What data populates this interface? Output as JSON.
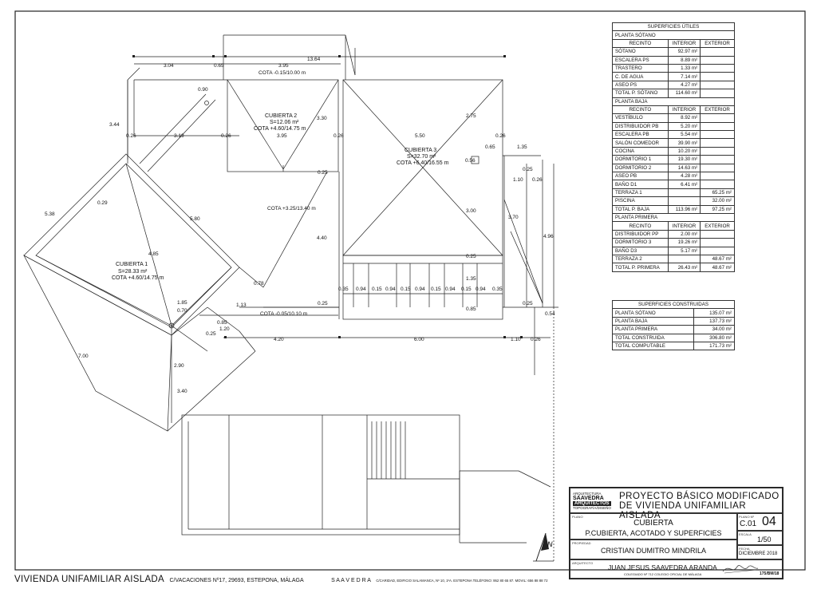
{
  "plan_labels": {
    "cubierta1": {
      "name": "CUBIERTA 1",
      "area": "S=28.33 m²",
      "cota": "COTA +4.60/14.75 m"
    },
    "cubierta2": {
      "name": "CUBIERTA 2",
      "area": "S=12.06 m²",
      "cota": "COTA +4.60/14.75 m"
    },
    "cubierta3": {
      "name": "CUBIERTA 3",
      "area": "S=32.70 m²",
      "cota": "COTA +6.40/16.55 m"
    },
    "cota_top": "COTA -0.15/10.00 m",
    "cota_mid": "COTA +3.25/13.40 m",
    "cota_bottom": "COTA -0.05/10.10 m"
  },
  "dimensions": {
    "d_13_64": "13.64",
    "d_3_04": "3.04",
    "d_0_65": "0.65",
    "d_3_95_top": "3.95",
    "d_0_90": "0.90",
    "d_3_44": "3.44",
    "d_0_26_a": "0.26",
    "d_3_19": "3.19",
    "d_0_26_b": "0.26",
    "d_3_95_mid": "3.95",
    "d_0_26_c": "0.26",
    "d_3_30": "3.30",
    "d_5_50": "5.50",
    "d_2_75": "2.75",
    "d_0_26_d": "0.26",
    "d_0_65_b": "0.65",
    "d_1_35_a": "1.35",
    "d_0_56": "0.56",
    "d_0_25_a": "0.25",
    "d_0_25_b": "0.25",
    "d_1_10_a": "1.10",
    "d_0_26_e": "0.26",
    "d_5_38": "5.38",
    "d_0_29": "0.29",
    "d_5_80": "5.80",
    "d_4_85": "4.85",
    "d_4_40": "4.40",
    "d_3_00": "3.00",
    "d_3_70": "3.70",
    "d_4_96": "4.96",
    "d_0_25_c": "0.25",
    "d_0_78": "0.78",
    "d_0_35_a": "0.35",
    "d_0_94_a": "0.94",
    "d_0_15_a": "0.15",
    "d_0_94_b": "0.94",
    "d_0_15_b": "0.15",
    "d_0_94_c": "0.94",
    "d_0_15_c": "0.15",
    "d_0_94_d": "0.94",
    "d_0_15_d": "0.15",
    "d_0_94_e": "0.94",
    "d_0_35_b": "0.35",
    "d_1_35_b": "1.35",
    "d_1_85": "1.85",
    "d_0_70": "0.70",
    "d_1_13": "1.13",
    "d_0_25_d": "0.25",
    "d_0_85_a": "0.85",
    "d_0_25_e": "0.25",
    "d_0_54": "0.54",
    "d_0_85_b": "0.85",
    "d_1_20": "1.20",
    "d_0_25_f": "0.25",
    "d_4_20": "4.20",
    "d_6_00": "6.00",
    "d_1_10_b": "1.10",
    "d_0_26_f": "0.26",
    "d_7_00": "7.00",
    "d_2_90": "2.90",
    "d_3_40": "3.40"
  },
  "surfaces_utiles": {
    "title": "SUPERFICIES ÚTILES",
    "headers": {
      "recinto": "RECINTO",
      "interior": "INTERIOR",
      "exterior": "EXTERIOR"
    },
    "sections": [
      {
        "name": "PLANTA SÓTANO",
        "rows": [
          [
            "SÓTANO",
            "92.97 m²",
            ""
          ],
          [
            "ESCALERA PS",
            "8.89 m²",
            ""
          ],
          [
            "TRASTERO",
            "1.33 m²",
            ""
          ],
          [
            "C. DE AGUA",
            "7.14 m²",
            ""
          ],
          [
            "ASEO PS",
            "4.27 m²",
            ""
          ],
          [
            "TOTAL P. SÓTANO",
            "114.60 m²",
            ""
          ]
        ]
      },
      {
        "name": "PLANTA BAJA",
        "rows": [
          [
            "VESTÍBULO",
            "8.92 m²",
            ""
          ],
          [
            "DISTRIBUIDOR PB",
            "5.20 m²",
            ""
          ],
          [
            "ESCALERA PB",
            "5.54 m²",
            ""
          ],
          [
            "SALÓN COMEDOR",
            "39.90 m²",
            ""
          ],
          [
            "COCINA",
            "10.20 m²",
            ""
          ],
          [
            "DORMITORIO 1",
            "19.30 m²",
            ""
          ],
          [
            "DORMITORIO 2",
            "14.63 m²",
            ""
          ],
          [
            "ASEO PB",
            "4.28 m²",
            ""
          ],
          [
            "BAÑO D1",
            "6.41 m²",
            ""
          ],
          [
            "TERRAZA 1",
            "",
            "65.25 m²"
          ],
          [
            "PISCINA",
            "",
            "32.00 m²"
          ],
          [
            "TOTAL P. BAJA",
            "113.96 m²",
            "97.25 m²"
          ]
        ]
      },
      {
        "name": "PLANTA PRIMERA",
        "rows": [
          [
            "DISTRIBUIDOR PP",
            "2.00 m²",
            ""
          ],
          [
            "DORMITORIO 3",
            "19.26 m²",
            ""
          ],
          [
            "BAÑO D3",
            "5.17 m²",
            ""
          ],
          [
            "TERRAZA 2",
            "",
            "48.67 m²"
          ],
          [
            "TOTAL P. PRIMERA",
            "26.43 m²",
            "48.67 m²"
          ]
        ]
      }
    ]
  },
  "surfaces_construidas": {
    "title": "SUPERFICIES CONSTRUIDAS",
    "rows": [
      [
        "PLANTA SÓTANO",
        "135.07 m²"
      ],
      [
        "PLANTA BAJA",
        "137.73 m²"
      ],
      [
        "PLANTA PRIMERA",
        "34.00 m²"
      ],
      [
        "TOTAL CONSTRUIDA",
        "306.80 m²"
      ],
      [
        "TOTAL COMPUTABLE",
        "171.73 m²"
      ]
    ]
  },
  "titleblock": {
    "firm_line1": "ARQUITECTURA",
    "firm_name": "SAAVEDRA",
    "firm_line2": "ARQUITECTOS",
    "firm_line3": "TOPOGRAFÍA/DISEÑO",
    "project_line1": "PROYECTO BÁSICO MODIFICADO",
    "project_line2": "DE VIVIENDA UNIFAMILIAR AISLADA",
    "plano_label": "PLANO",
    "plano_title": "CUBIERTA",
    "plano_subtitle": "P.CUBIERTA, ACOTADO Y SUPERFICIES",
    "plano_no_label": "PLANO Nº",
    "plano_code": "C.01",
    "plano_number": "04",
    "escala_label": "ESCALA",
    "escala": "1/50",
    "propiedad_label": "PROPIEDAD",
    "propiedad": "CRISTIAN DUMITRO MINDRILA",
    "fecha_label": "FECHA",
    "fecha": "DICIEMBRE 2018",
    "arquitecto_label": "ARQUITECTO",
    "arquitecto": "JUAN JESUS SAAVEDRA ARANDA",
    "colegiado": "COLEGIADO Nº 712 COLEGIO OFICIAL DE MÁLAGA",
    "ref": "175/BM/18"
  },
  "north_label": "N",
  "footer": {
    "main": "VIVIENDA UNIFAMILIAR AISLADA",
    "address": "C/VACACIONES Nº17, 29693,  ESTEPONA,  MÁLAGA",
    "studio": "S A A V E D R A",
    "studio_details": "C/CARIDAD, EDIFICIO SALAMANCA, Nº 10, 1ºA. ESTEPONA   TELÉFONO: 952 80 65 87.  MOVIL: 656 88 88 72"
  }
}
